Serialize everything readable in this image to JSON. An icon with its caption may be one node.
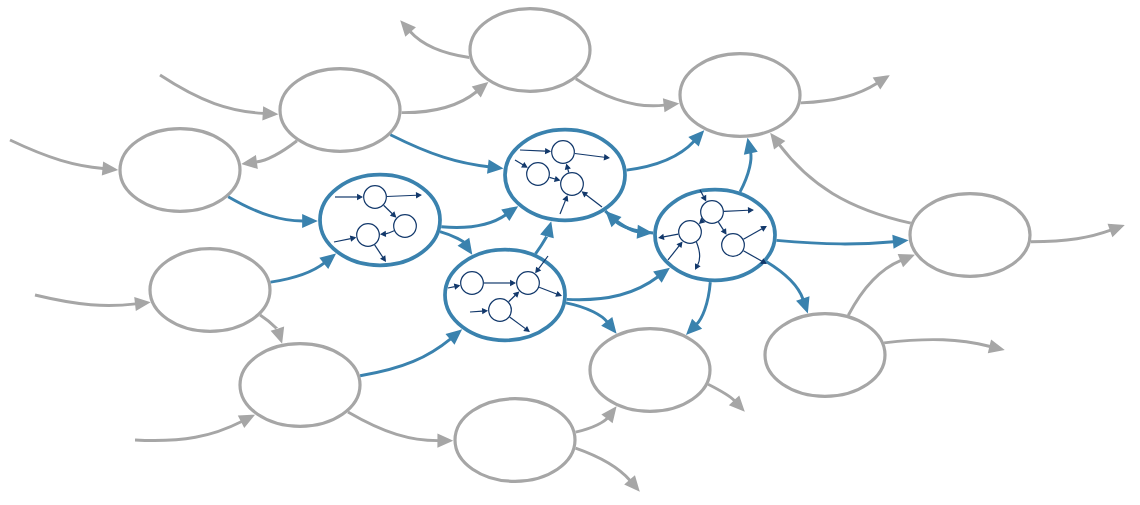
{
  "diagram": {
    "nodes": [
      {
        "text": [],
        "shape": "ellipse"
      },
      {
        "text": [],
        "shape": "ellipse"
      },
      {
        "text": [],
        "shape": "ellipse"
      },
      {
        "text": [],
        "shape": "ellipse"
      },
      {
        "text": [],
        "shape": "ellipse"
      },
      {
        "text": [],
        "shape": "ellipse"
      },
      {
        "text": [],
        "shape": "ellipse"
      },
      {
        "text": [],
        "shape": "ellipse"
      },
      {
        "text": [],
        "shape": "ellipse"
      },
      {
        "text": [],
        "shape": "ellipse"
      },
      {
        "text": [],
        "shape": "ellipse"
      },
      {
        "text": [],
        "shape": "ellipse"
      },
      {
        "text": [],
        "shape": "ellipse"
      },
      {
        "text": [],
        "shape": "ellipse"
      },
      {
        "text": [],
        "shape": "circle",
        "in": 5
      },
      {
        "text": [],
        "shape": "circle",
        "in": 5
      },
      {
        "text": [],
        "shape": "circle",
        "in": 5
      },
      {
        "text": [],
        "shape": "circle",
        "in": 9
      },
      {
        "text": [],
        "shape": "circle",
        "in": 9
      },
      {
        "text": [],
        "shape": "circle",
        "in": 9
      },
      {
        "text": [],
        "shape": "circle",
        "in": 4
      },
      {
        "text": [],
        "shape": "circle",
        "in": 4
      },
      {
        "text": [],
        "shape": "circle",
        "in": 4
      },
      {
        "text": [],
        "shape": "circle",
        "in": 6
      },
      {
        "text": [],
        "shape": "circle",
        "in": 6
      },
      {
        "text": [],
        "shape": "circle",
        "in": 6
      }
    ],
    "edges": [
      {
        "from": null,
        "to": 2,
        "arrow": "to",
        "color": "#a6a6a6"
      },
      {
        "from": 0,
        "to": null,
        "arrow": "to",
        "color": "#a6a6a6"
      },
      {
        "from": 2,
        "to": 0,
        "arrow": "to",
        "color": "#a6a6a6"
      },
      {
        "from": 2,
        "to": 3,
        "arrow": "to",
        "color": "#a6a6a6"
      },
      {
        "from": null,
        "to": 3,
        "arrow": "to",
        "color": "#a6a6a6"
      },
      {
        "from": 0,
        "to": 1,
        "arrow": "to",
        "color": "#a6a6a6"
      },
      {
        "from": 1,
        "to": null,
        "arrow": "to",
        "color": "#a6a6a6"
      },
      {
        "from": 7,
        "to": 1,
        "arrow": "to",
        "color": "#a6a6a6"
      },
      {
        "from": 7,
        "to": null,
        "arrow": "to",
        "color": "#a6a6a6"
      },
      {
        "from": 10,
        "to": 7,
        "arrow": "to",
        "color": "#a6a6a6"
      },
      {
        "from": 10,
        "to": null,
        "arrow": "to",
        "color": "#a6a6a6"
      },
      {
        "from": null,
        "to": 8,
        "arrow": "to",
        "color": "#a6a6a6"
      },
      {
        "from": 8,
        "to": 12,
        "arrow": "to",
        "color": "#a6a6a6"
      },
      {
        "from": null,
        "to": 12,
        "arrow": "to",
        "color": "#a6a6a6"
      },
      {
        "from": 12,
        "to": 13,
        "arrow": "to",
        "color": "#a6a6a6"
      },
      {
        "from": 13,
        "to": null,
        "arrow": "to",
        "color": "#a6a6a6"
      },
      {
        "from": 13,
        "to": 11,
        "arrow": "to",
        "color": "#a6a6a6"
      },
      {
        "from": 11,
        "to": null,
        "arrow": "to",
        "color": "#a6a6a6"
      },
      {
        "from": 3,
        "to": 5,
        "arrow": "to",
        "color": "#3a82ae"
      },
      {
        "from": 8,
        "to": 5,
        "arrow": "to",
        "color": "#3a82ae"
      },
      {
        "from": 2,
        "to": 4,
        "arrow": "to",
        "color": "#3a82ae"
      },
      {
        "from": 5,
        "to": 4,
        "arrow": "to",
        "color": "#3a82ae"
      },
      {
        "from": 5,
        "to": 9,
        "arrow": "to",
        "color": "#3a82ae"
      },
      {
        "from": 12,
        "to": 9,
        "arrow": "to",
        "color": "#3a82ae"
      },
      {
        "from": 9,
        "to": 4,
        "arrow": "to",
        "color": "#3a82ae"
      },
      {
        "from": 4,
        "to": 1,
        "arrow": "to",
        "color": "#3a82ae"
      },
      {
        "from": 4,
        "to": 6,
        "arrow": "to",
        "color": "#3a82ae"
      },
      {
        "from": 6,
        "to": 4,
        "arrow": "to",
        "color": "#3a82ae"
      },
      {
        "from": 9,
        "to": 6,
        "arrow": "to",
        "color": "#3a82ae"
      },
      {
        "from": 6,
        "to": 1,
        "arrow": "to",
        "color": "#3a82ae"
      },
      {
        "from": 6,
        "to": 7,
        "arrow": "to",
        "color": "#3a82ae"
      },
      {
        "from": 6,
        "to": 10,
        "arrow": "to",
        "color": "#3a82ae"
      },
      {
        "from": 9,
        "to": 11,
        "arrow": "to",
        "color": "#3a82ae"
      },
      {
        "from": 6,
        "to": 11,
        "arrow": "to",
        "color": "#3a82ae"
      },
      {
        "from": null,
        "to": 14,
        "arrow": "to",
        "color": "#12386b"
      },
      {
        "from": 14,
        "to": null,
        "arrow": "to",
        "color": "#12386b"
      },
      {
        "from": 14,
        "to": 16,
        "arrow": "to",
        "color": "#12386b"
      },
      {
        "from": 16,
        "to": 15,
        "arrow": "to",
        "color": "#12386b"
      },
      {
        "from": null,
        "to": 15,
        "arrow": "to",
        "color": "#12386b"
      },
      {
        "from": 15,
        "to": null,
        "arrow": "to",
        "color": "#12386b"
      },
      {
        "from": null,
        "to": 17,
        "arrow": "to",
        "color": "#12386b"
      },
      {
        "from": 17,
        "to": 18,
        "arrow": "to",
        "color": "#12386b"
      },
      {
        "from": 18,
        "to": null,
        "arrow": "to",
        "color": "#12386b"
      },
      {
        "from": 19,
        "to": 18,
        "arrow": "to",
        "color": "#12386b"
      },
      {
        "from": null,
        "to": 19,
        "arrow": "to",
        "color": "#12386b"
      },
      {
        "from": 19,
        "to": null,
        "arrow": "to",
        "color": "#12386b"
      },
      {
        "from": null,
        "to": 18,
        "arrow": "to",
        "color": "#12386b"
      },
      {
        "from": null,
        "to": 20,
        "arrow": "to",
        "color": "#12386b"
      },
      {
        "from": 20,
        "to": null,
        "arrow": "to",
        "color": "#12386b"
      },
      {
        "from": null,
        "to": 21,
        "arrow": "to",
        "color": "#12386b"
      },
      {
        "from": 21,
        "to": 22,
        "arrow": "to",
        "color": "#12386b"
      },
      {
        "from": 22,
        "to": 20,
        "arrow": "to",
        "color": "#12386b"
      },
      {
        "from": null,
        "to": 22,
        "arrow": "to",
        "color": "#12386b"
      },
      {
        "from": null,
        "to": 22,
        "arrow": "to",
        "color": "#12386b"
      },
      {
        "from": null,
        "to": 23,
        "arrow": "to",
        "color": "#12386b"
      },
      {
        "from": 23,
        "to": null,
        "arrow": "to",
        "color": "#12386b"
      },
      {
        "from": 23,
        "to": 24,
        "arrow": "to",
        "color": "#12386b"
      },
      {
        "from": 23,
        "to": 25,
        "arrow": "to",
        "color": "#12386b"
      },
      {
        "from": 24,
        "to": null,
        "arrow": "to",
        "color": "#12386b"
      },
      {
        "from": null,
        "to": 24,
        "arrow": "to",
        "color": "#12386b"
      },
      {
        "from": 24,
        "to": null,
        "arrow": "to",
        "color": "#12386b"
      },
      {
        "from": 25,
        "to": null,
        "arrow": "to",
        "color": "#12386b"
      },
      {
        "from": 25,
        "to": null,
        "arrow": "to",
        "color": "#12386b"
      }
    ]
  }
}
